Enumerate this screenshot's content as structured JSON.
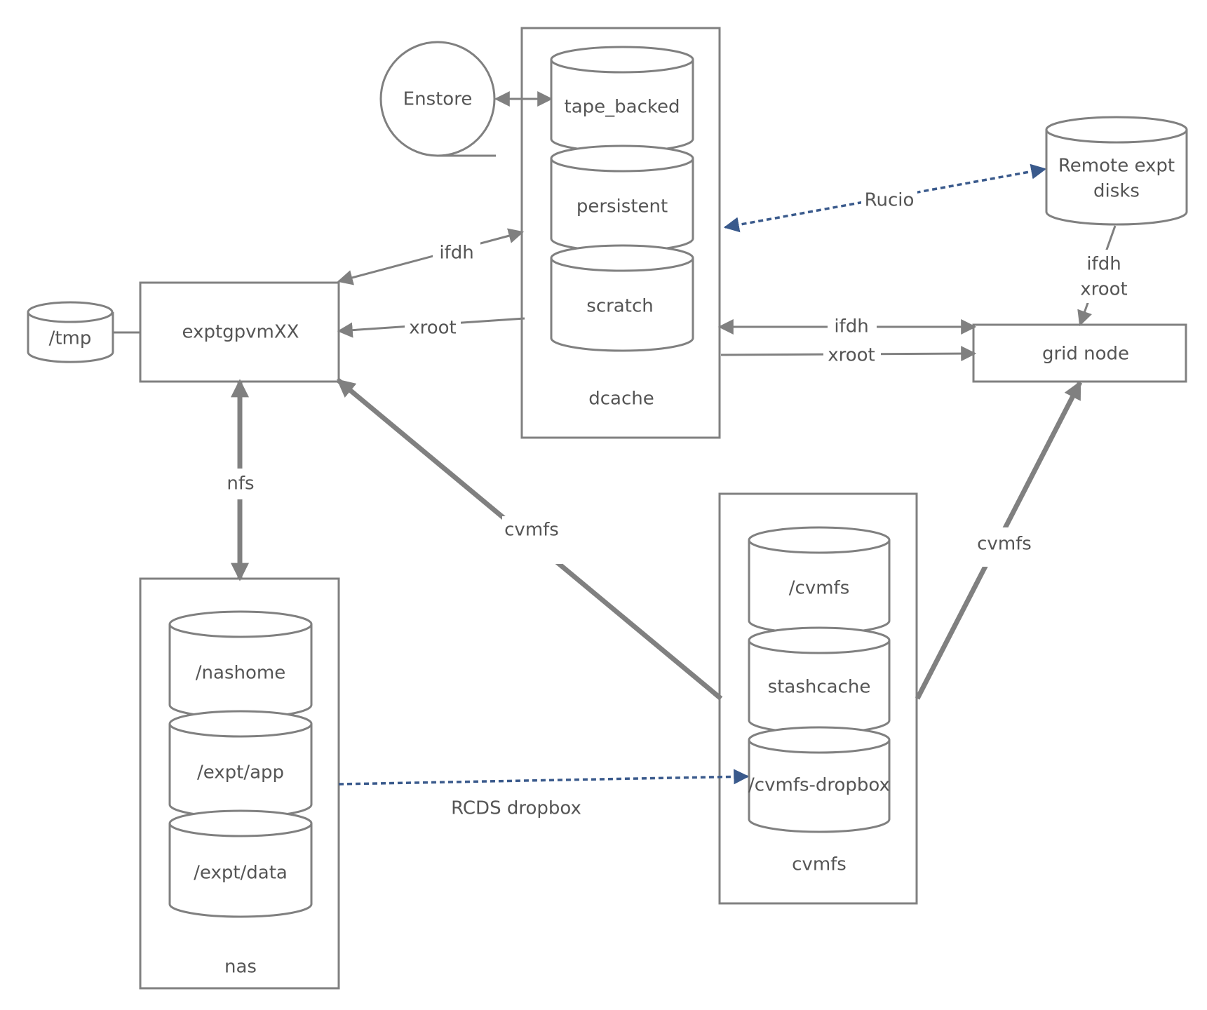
{
  "nodes": {
    "enstore": "Enstore",
    "tape_backed": "tape_backed",
    "persistent": "persistent",
    "scratch": "scratch",
    "dcache": "dcache",
    "remote_disks_line1": "Remote expt",
    "remote_disks_line2": "disks",
    "tmp": "/tmp",
    "exptgpvm": "exptgpvmXX",
    "grid_node": "grid node",
    "cvmfs_dir": "/cvmfs",
    "stashcache": "stashcache",
    "cvmfs_dropbox": "/cvmfs-dropbox",
    "cvmfs_box": "cvmfs",
    "nashome": "/nashome",
    "expt_app": "/expt/app",
    "expt_data": "/expt/data",
    "nas": "nas"
  },
  "edges": {
    "rucio": "Rucio",
    "ifdh_vm": "ifdh",
    "xroot_vm": "xroot",
    "ifdh_grid": "ifdh",
    "xroot_grid": "xroot",
    "remote_ifdh": "ifdh",
    "remote_xroot": "xroot",
    "nfs": "nfs",
    "cvmfs_vm": "cvmfs",
    "cvmfs_grid": "cvmfs",
    "rcds_dropbox": "RCDS dropbox"
  },
  "colors": {
    "line": "#808080",
    "dashed_link": "#3a5a8c",
    "text": "#555555"
  }
}
